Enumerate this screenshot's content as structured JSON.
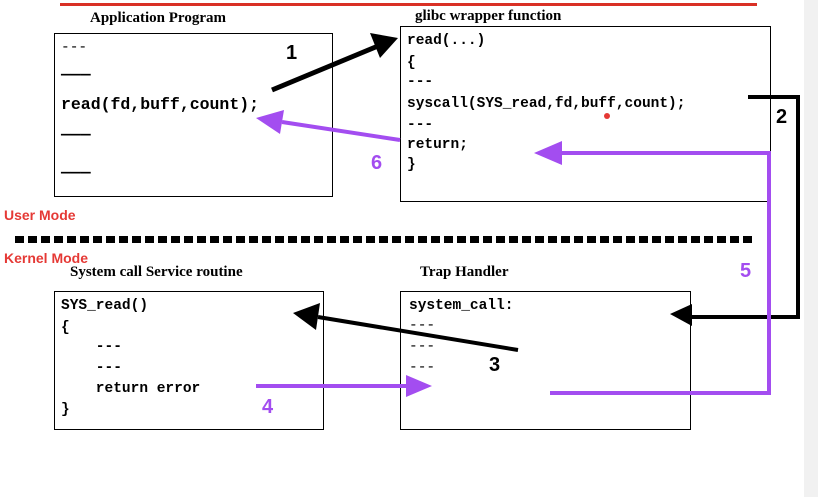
{
  "boxes": {
    "app": {
      "caption": "Application Program",
      "lines": [
        "---",
        "———",
        "read(fd,buff,count);",
        "———",
        "———"
      ]
    },
    "wrapper": {
      "caption": "glibc wrapper function",
      "lines": [
        "read(...)",
        "{",
        "---",
        "syscall(SYS_read,fd,buff,count);",
        "---",
        "return;",
        "}"
      ]
    },
    "service": {
      "caption": "System call Service routine",
      "lines": [
        "SYS_read()",
        "{",
        "    ---",
        "    ---",
        "    return error",
        "}"
      ]
    },
    "trap": {
      "caption": "Trap Handler",
      "lines": [
        "system_call:",
        "---",
        "---",
        "---"
      ]
    }
  },
  "modes": {
    "user": "User Mode",
    "kernel": "Kernel Mode"
  },
  "steps": [
    "1",
    "2",
    "3",
    "4",
    "5",
    "6"
  ],
  "colors": {
    "mode": "#e53935",
    "purple": "#a34df0",
    "black": "#000000",
    "rule": "#d93025"
  }
}
